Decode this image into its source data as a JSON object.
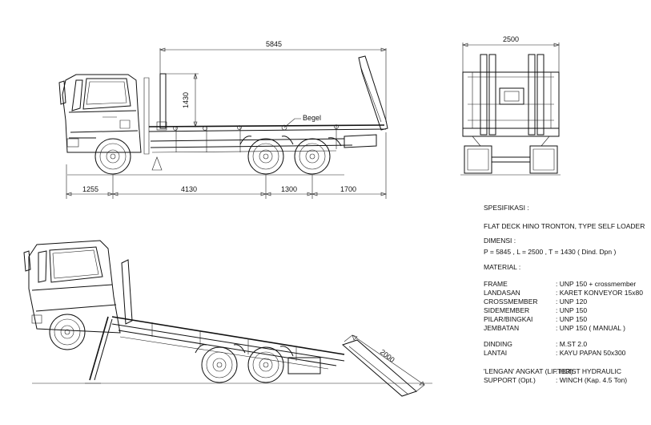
{
  "side_view": {
    "overall_length": "5845",
    "height": "1430",
    "begel_label": "Begel",
    "dims": [
      "1255",
      "4130",
      "1300",
      "1700"
    ]
  },
  "rear_view": {
    "width": "2500"
  },
  "tilted_view": {
    "ramp_length": "2000"
  },
  "specs": {
    "heading": "SPESIFIKASI :",
    "description": "FLAT DECK HINO TRONTON, TYPE SELF LOADER",
    "dimensi_label": "DIMENSI :",
    "dimensi_value": "P = 5845 , L = 2500 , T = 1430 ( Dind. Dpn )",
    "material_label": "MATERIAL :",
    "rows_a": [
      {
        "label": "FRAME",
        "value": ": UNP 150 + crossmember"
      },
      {
        "label": "LANDASAN",
        "value": ": KARET KONVEYOR 15x80"
      },
      {
        "label": "CROSSMEMBER",
        "value": ": UNP 120"
      },
      {
        "label": "SIDEMEMBER",
        "value": ": UNP 150"
      },
      {
        "label": "PILAR/BINGKAI",
        "value": ": UNP 150"
      },
      {
        "label": "JEMBATAN",
        "value": ": UNP 150 ( MANUAL )"
      }
    ],
    "rows_b": [
      {
        "label": "DINDING",
        "value": ": M.ST 2.0"
      },
      {
        "label": "LANTAI",
        "value": ": KAYU PAPAN 50x300"
      }
    ],
    "rows_c": [
      {
        "label": "'LENGAN' ANGKAT (LIFTER)",
        "value": ": HOIST HYDRAULIC"
      },
      {
        "label": "SUPPORT (Opt.)",
        "value": ": WINCH (Kap. 4.5 Ton)"
      }
    ]
  }
}
